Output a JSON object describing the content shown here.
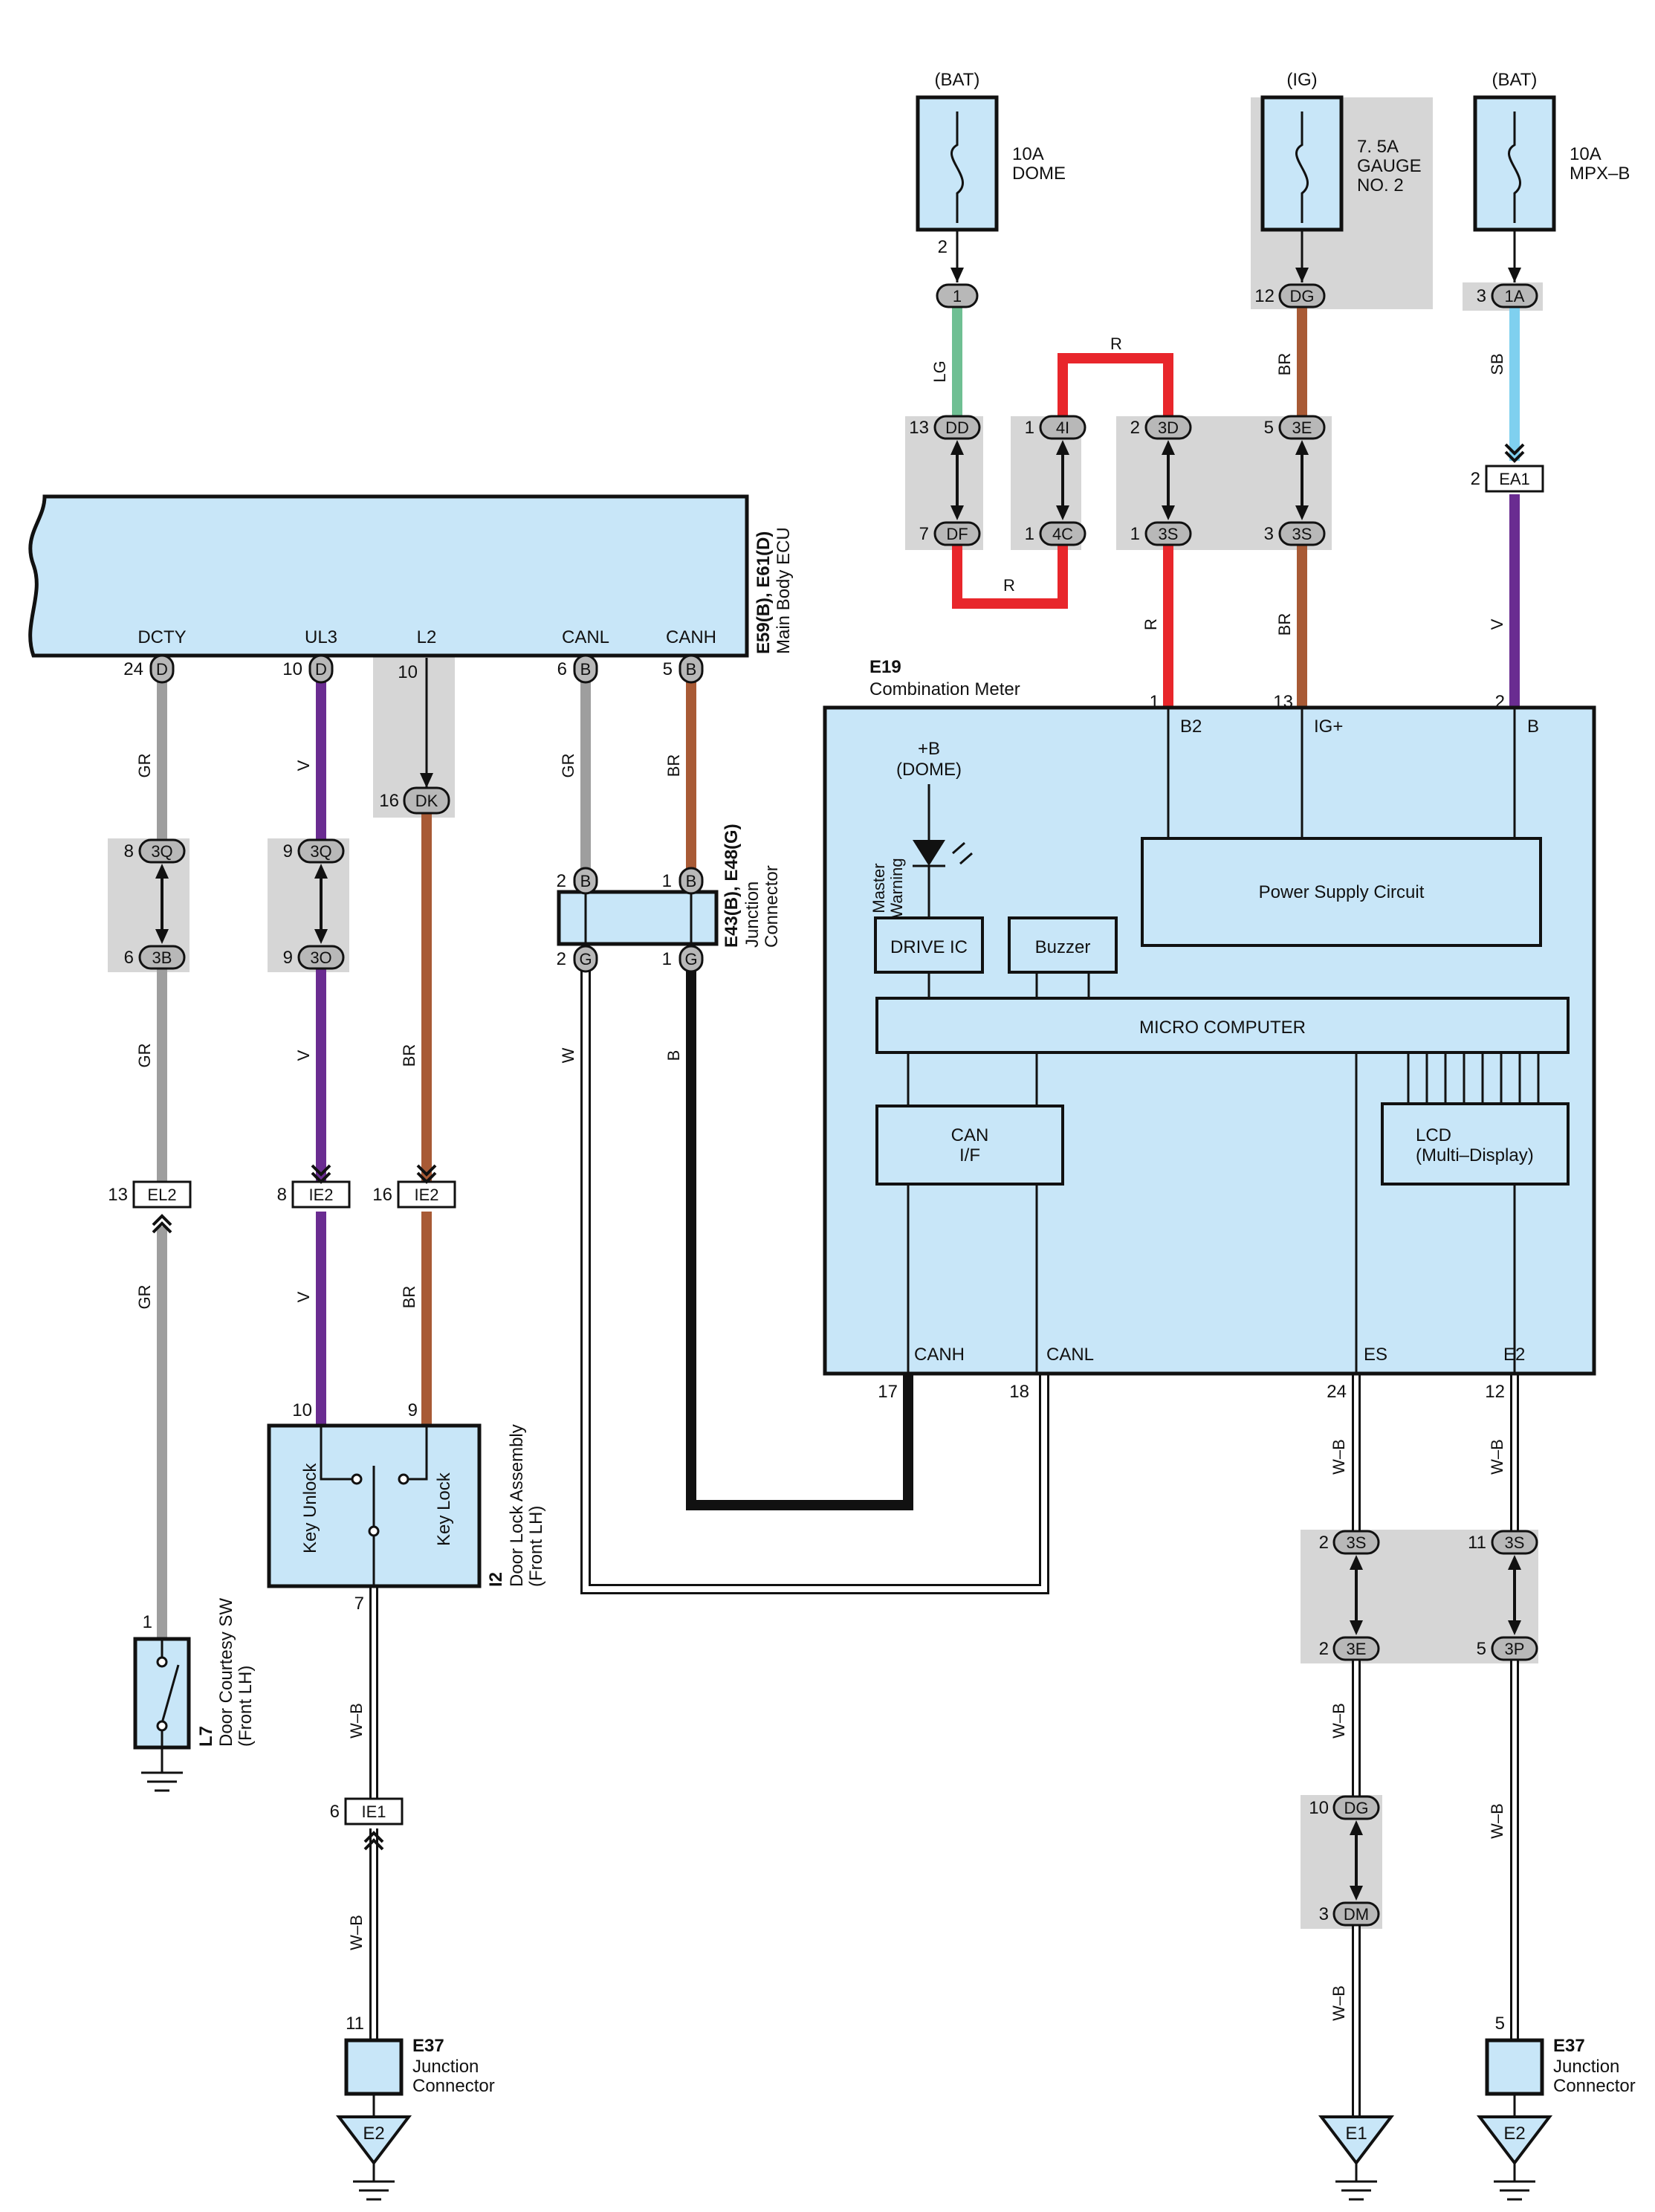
{
  "power_sources": [
    {
      "supply": "(BAT)",
      "fuse": "10A\nDOME"
    },
    {
      "supply": "(IG)",
      "fuse": "7. 5A\nGAUGE\nNO. 2"
    },
    {
      "supply": "(BAT)",
      "fuse": "10A\nMPX–B"
    }
  ],
  "ecu": {
    "name_code": "E59(B), E61(D)",
    "name": "Main Body ECU",
    "pins": [
      {
        "label": "DCTY",
        "pin": "24",
        "conn": "D"
      },
      {
        "label": "UL3",
        "pin": "10",
        "conn": "D"
      },
      {
        "label": "L2",
        "pin": "10",
        "conn": ""
      },
      {
        "label": "CANL",
        "pin": "6",
        "conn": "B"
      },
      {
        "label": "CANH",
        "pin": "5",
        "conn": "B"
      }
    ]
  },
  "meter": {
    "code": "E19",
    "name": "Combination Meter",
    "top_pins": [
      {
        "pin": "1",
        "label": "B2"
      },
      {
        "pin": "13",
        "label": "IG+"
      },
      {
        "pin": "2",
        "label": "B"
      }
    ],
    "bottom_pins": [
      {
        "pin": "17",
        "label": "CANH"
      },
      {
        "pin": "18",
        "label": "CANL"
      },
      {
        "pin": "24",
        "label": "ES"
      },
      {
        "pin": "12",
        "label": "E2"
      }
    ],
    "led_label": "+B\n(DOME)",
    "warning_label": "Master\nWarning",
    "drive_ic": "DRIVE IC",
    "buzzer": "Buzzer",
    "power_supply": "Power Supply Circuit",
    "micro": "MICRO COMPUTER",
    "can_if": "CAN\nI/F",
    "lcd": "LCD\n(Multi–Display)"
  },
  "junction_e43": {
    "code": "E43(B), E48(G)",
    "name": "Junction\nConnector"
  },
  "door_lock": {
    "code": "I2",
    "name": "Door Lock Assembly\n(Front LH)",
    "unlock": "Key Unlock",
    "lock": "Key Lock",
    "pin_unlock": "10",
    "pin_lock": "9",
    "pin_gnd": "7"
  },
  "door_sw": {
    "code": "L7",
    "name": "Door Courtesy SW\n(Front LH)",
    "pin": "1"
  },
  "junction_e37": {
    "code": "E37",
    "name": "Junction\nConnector"
  },
  "grounds": [
    "E2",
    "E1",
    "E2"
  ],
  "wire_colors": {
    "GR": "#9e9e9e",
    "V": "#6a2c91",
    "BR": "#a85a35",
    "B": "#111111",
    "W": "#ffffff",
    "LG": "#6fbf93",
    "R": "#e8262b",
    "SB": "#7fd0ef",
    "W-B": "#ffffff"
  },
  "connectors": [
    "1",
    "DD",
    "DF",
    "4I",
    "4C",
    "3D",
    "3S",
    "3E",
    "DG",
    "1A",
    "EA1",
    "DK",
    "3Q",
    "3B",
    "3O",
    "EL2",
    "IE2",
    "IE1",
    "B",
    "G",
    "3P",
    "DM"
  ],
  "wire_labels": [
    "LG",
    "R",
    "R",
    "BR",
    "SB",
    "R",
    "BR",
    "V",
    "GR",
    "V",
    "BR",
    "GR",
    "W",
    "B",
    "GR",
    "V",
    "BR",
    "GR",
    "V",
    "BR",
    "W–B",
    "W–B",
    "W–B",
    "W–B",
    "W–B",
    "W–B",
    "W–B"
  ]
}
